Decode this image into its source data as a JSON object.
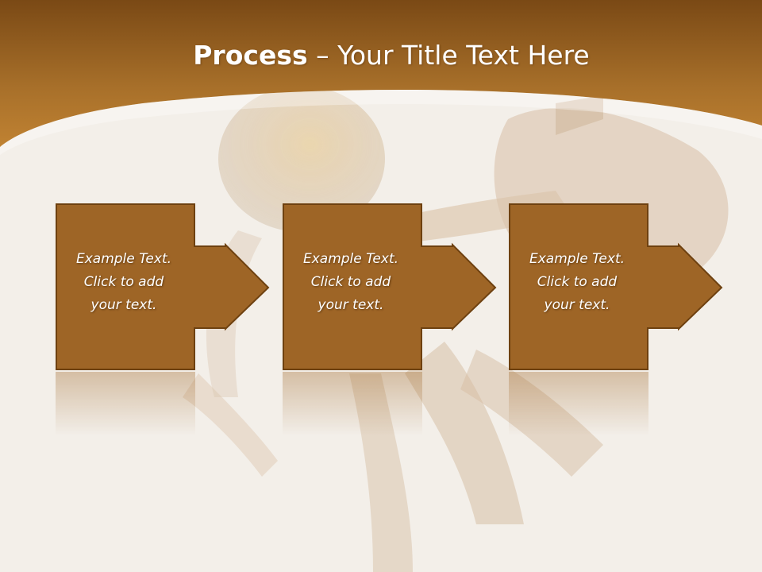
{
  "slide": {
    "title_bold": "Process",
    "title_rest": " – Your Title Text Here",
    "steps": [
      {
        "text": "Example Text.\nClick  to add\nyour text."
      },
      {
        "text": "Example Text.\nClick  to add\nyour text."
      },
      {
        "text": "Example Text.\nClick  to add\nyour text."
      }
    ]
  },
  "colors": {
    "header_top": "#7e4c17",
    "header_bottom": "#b87a2c",
    "box_fill": "#9e6526",
    "box_border": "#6e4110",
    "background": "#f3efe9"
  }
}
